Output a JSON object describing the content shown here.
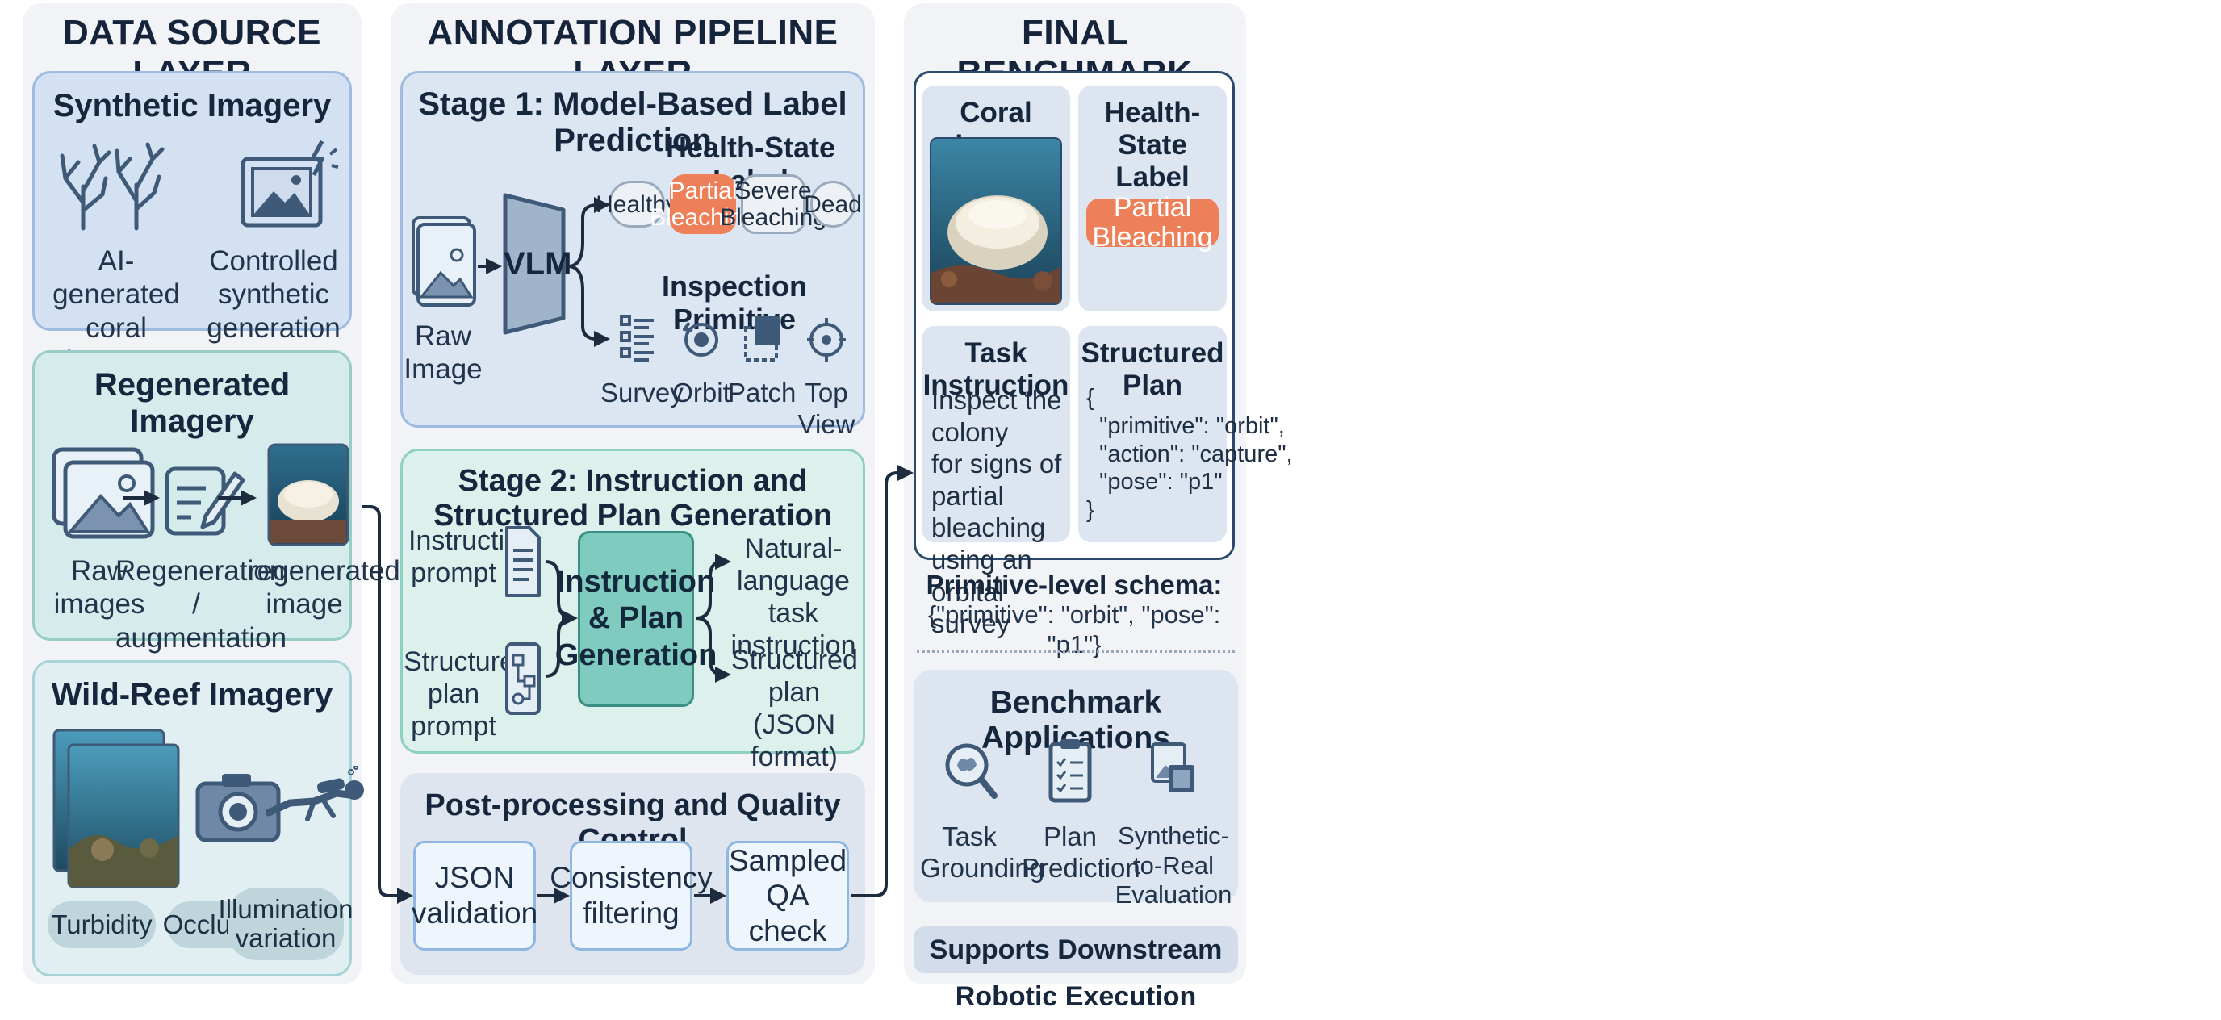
{
  "columns": {
    "data_source": {
      "title": "DATA SOURCE LAYER",
      "synthetic": {
        "title": "Synthetic Imagery",
        "items": [
          {
            "icon": "coral-icon",
            "label": "AI-generated\ncoral imagery"
          },
          {
            "icon": "synthetic-image-icon",
            "label": "Controlled synthetic\ngeneration"
          }
        ]
      },
      "regenerated": {
        "title": "Regenerated Imagery",
        "items": [
          {
            "icon": "raw-images-icon",
            "label": "Raw\nimages"
          },
          {
            "icon": "edit-icon",
            "label": "Regeneration /\naugmentation"
          },
          {
            "icon": "coral-photo-icon",
            "label": "regenerated\nimage"
          }
        ]
      },
      "wild": {
        "title": "Wild-Reef Imagery",
        "chips": [
          "Turbidity",
          "Occlusion",
          "Illumination\nvariation"
        ]
      }
    },
    "pipeline": {
      "title": "ANNOTATION PIPELINE LAYER",
      "stage1": {
        "title": "Stage 1: Model-Based Label Prediction",
        "raw_image_label": "Raw\nImage",
        "model": "VLM",
        "health_title": "Health-State Label",
        "health_labels": [
          "Healthy",
          "Partial\nBleaching",
          "Severe\nBleaching",
          "Dead"
        ],
        "health_highlight_color": "#ee8059",
        "primitive_title": "Inspection Primitive",
        "primitives": [
          {
            "icon": "survey-icon",
            "label": "Survey"
          },
          {
            "icon": "orbit-icon",
            "label": "Orbit"
          },
          {
            "icon": "patch-icon",
            "label": "Patch"
          },
          {
            "icon": "top-view-icon",
            "label": "Top View"
          }
        ]
      },
      "stage2": {
        "title": "Stage 2: Instruction and Structured Plan Generation",
        "inputs": [
          "Instruction\nprompt",
          "Structured\nplan prompt"
        ],
        "generator": "Instruction\n& Plan\nGeneration",
        "outputs": [
          "Natural-language\ntask instruction",
          "Structured plan\n(JSON format)"
        ]
      },
      "post": {
        "title": "Post-processing and Quality Control",
        "steps": [
          "JSON\nvalidation",
          "Consistency\nfiltering",
          "Sampled\nQA check"
        ]
      }
    },
    "final": {
      "title": "FINAL BENCHMARK RECORD",
      "coral_image_title": "Coral Image",
      "health_title": "Health-State Label",
      "health_value": "Partial Bleaching",
      "task_title": "Task Instruction",
      "task_text": "Inspect the colony\nfor signs of partial\nbleaching using an\norbital survey",
      "plan_title": "Structured Plan",
      "plan_text": "{\n  \"primitive\": \"orbit\",\n  \"action\": \"capture\",\n  \"pose\": \"p1\"\n}",
      "schema_title": "Primitive-level schema:",
      "schema_text": "{\"primitive\": \"orbit\", \"pose\": \"p1\"}",
      "applications_title": "Benchmark Applications",
      "applications": [
        {
          "icon": "task-grounding-icon",
          "label": "Task\nGrounding"
        },
        {
          "icon": "plan-prediction-icon",
          "label": "Plan\nPrediction"
        },
        {
          "icon": "synthetic-to-real-icon",
          "label": "Synthetic-to-Real\nEvaluation"
        }
      ],
      "footer": "Supports Downstream Robotic Execution"
    }
  },
  "colors": {
    "synthetic_panel": "#d3e1f2",
    "regenerated_panel": "#d5ebec",
    "wild_panel": "#e1eef2",
    "stage1_panel": "#dce6f3",
    "stage2_panel": "#dcf0ec",
    "post_panel": "#dfe5ef",
    "generator_fill": "#80cbbf",
    "accent_orange": "#ee8059"
  }
}
